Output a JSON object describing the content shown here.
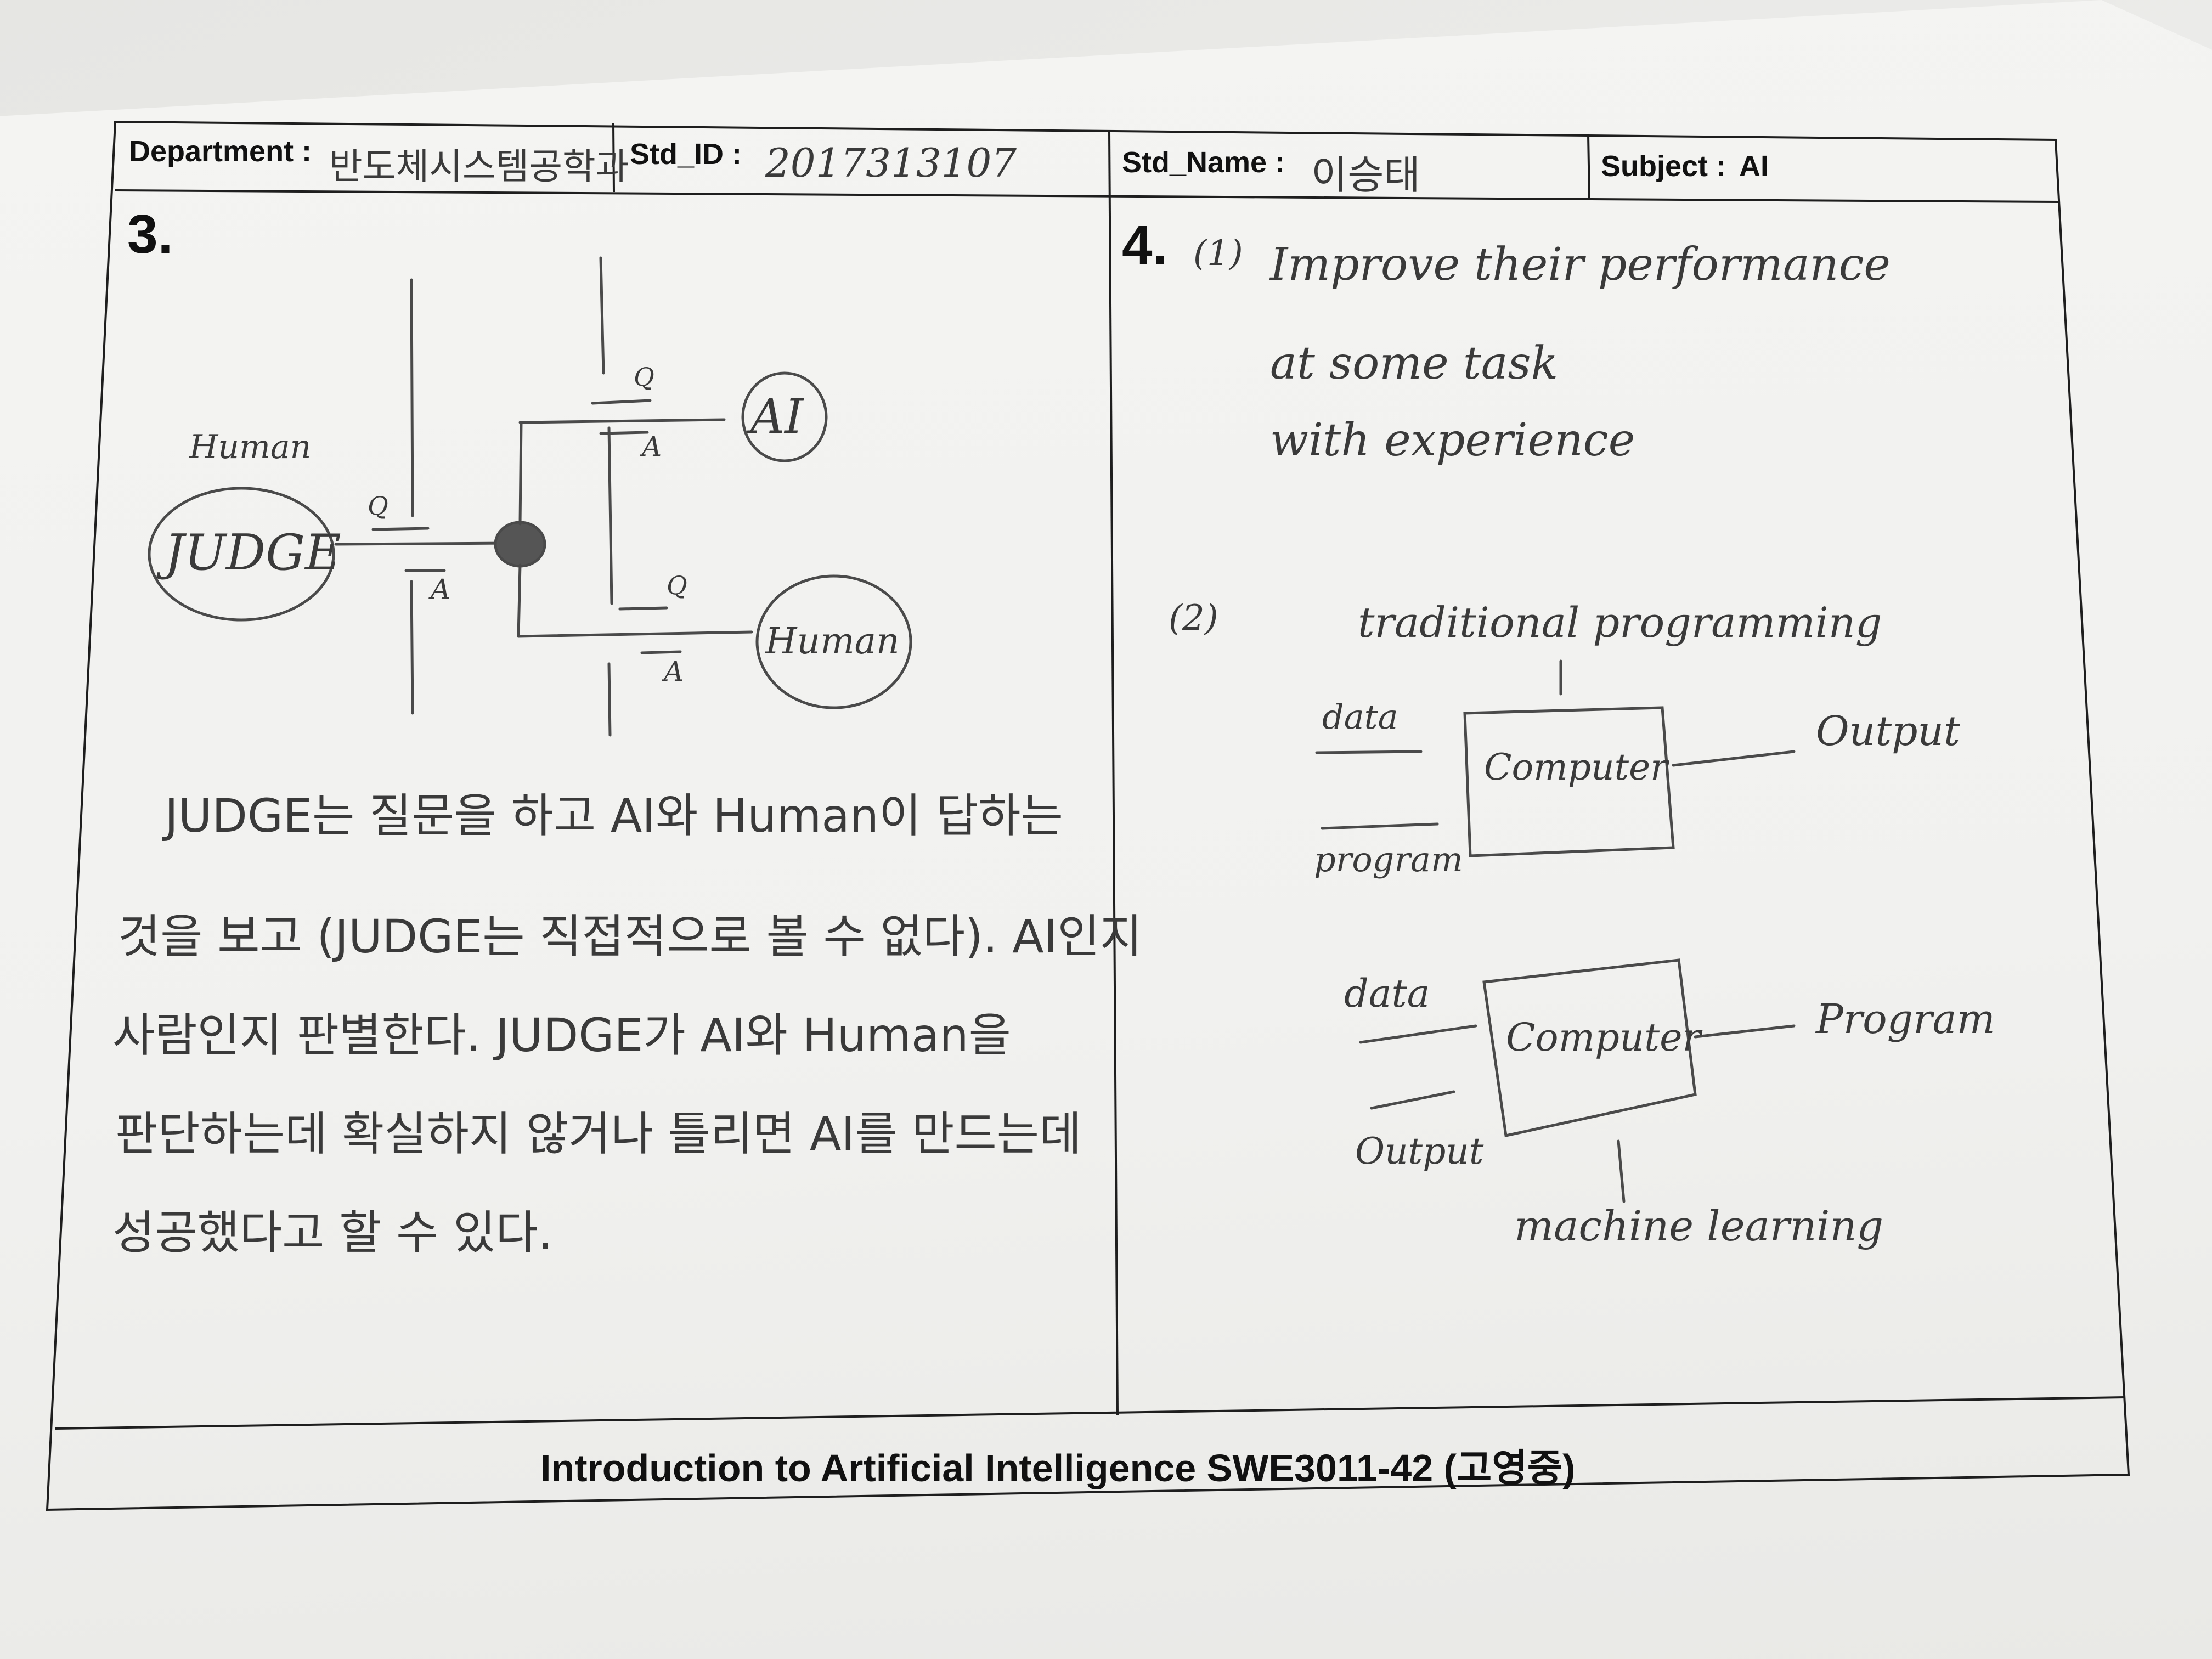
{
  "header": {
    "department_label": "Department :",
    "department_value": "반도체시스템공학과",
    "std_id_label": "Std_ID :",
    "std_id_value": "2017313107",
    "std_name_label": "Std_Name :",
    "std_name_value": "이승태",
    "subject_label": "Subject :",
    "subject_value": "AI"
  },
  "q3": {
    "number": "3.",
    "diagram": {
      "human_caption": "Human",
      "judge": "JUDGE",
      "q": "Q",
      "a": "A",
      "ai": "AI",
      "human": "Human"
    },
    "answer_lines": [
      "JUDGE는 질문을 하고 AI와 Human이 답하는",
      "것을 보고 (JUDGE는 직접적으로 볼 수 없다). AI인지",
      "사람인지 판별한다. JUDGE가 AI와 Human을",
      "판단하는데 확실하지 않거나 틀리면 AI를 만드는데",
      "성공했다고 할 수 있다."
    ]
  },
  "q4": {
    "number": "4.",
    "part1_marker": "(1)",
    "part1_lines": [
      "Improve their performance",
      "at some task",
      "with experience"
    ],
    "part2_marker": "(2)",
    "traditional_label": "traditional programming",
    "box1": {
      "input1": "data",
      "input2": "program",
      "box": "Computer",
      "output": "Output"
    },
    "box2": {
      "input1": "data",
      "input2": "Output",
      "box": "Computer",
      "output": "Program",
      "caption": "machine learning"
    }
  },
  "footer": {
    "text": "Introduction to Artificial Intelligence SWE3011-42 (고영중)"
  }
}
